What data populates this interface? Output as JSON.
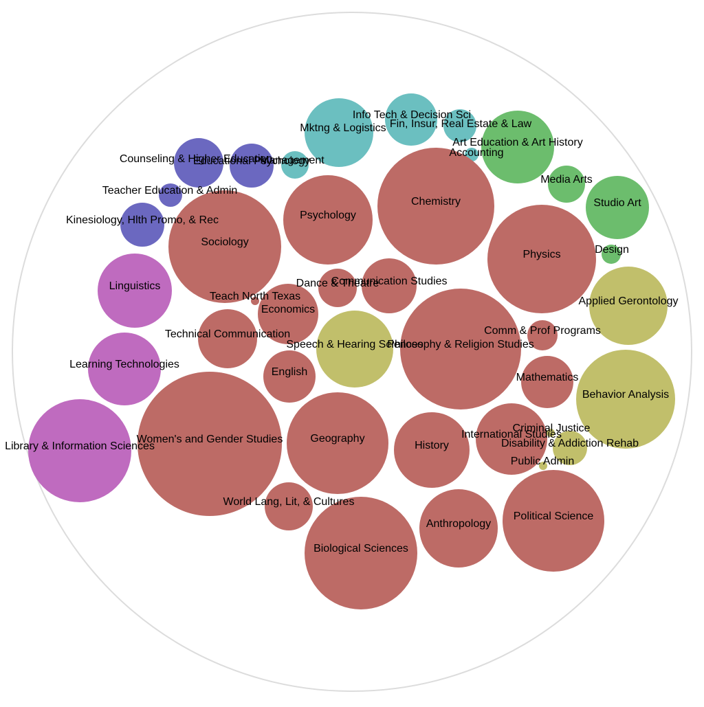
{
  "colors": {
    "outline": "#dcdcdc",
    "education": "#6b68c0",
    "business": "#6bbfc0",
    "arts_design": "#6cbd6d",
    "liberal_arts_sciences": "#bd6b66",
    "public_affairs": "#c1bf6b",
    "information": "#bf6bbf"
  },
  "bubbles": [
    {
      "label": "Info Tech & Decision Sci",
      "group": "business"
    },
    {
      "label": "Fin, Insur, Real Estate & Law",
      "group": "business"
    },
    {
      "label": "Mktng & Logistics",
      "group": "business"
    },
    {
      "label": "Management",
      "group": "business"
    },
    {
      "label": "Accounting",
      "group": "business"
    },
    {
      "label": "Art Education & Art History",
      "group": "arts_design"
    },
    {
      "label": "Media Arts",
      "group": "arts_design"
    },
    {
      "label": "Studio Art",
      "group": "arts_design"
    },
    {
      "label": "Design",
      "group": "arts_design"
    },
    {
      "label": "Counseling & Higher Education",
      "group": "education"
    },
    {
      "label": "Educational Psychology",
      "group": "education"
    },
    {
      "label": "Teacher Education & Admin",
      "group": "education"
    },
    {
      "label": "Kinesiology, Hlth Promo, & Rec",
      "group": "education"
    },
    {
      "label": "Chemistry",
      "group": "liberal_arts_sciences"
    },
    {
      "label": "Psychology",
      "group": "liberal_arts_sciences"
    },
    {
      "label": "Sociology",
      "group": "liberal_arts_sciences"
    },
    {
      "label": "Physics",
      "group": "liberal_arts_sciences"
    },
    {
      "label": "Communication Studies",
      "group": "liberal_arts_sciences"
    },
    {
      "label": "Dance & Theatre",
      "group": "liberal_arts_sciences"
    },
    {
      "label": "Economics",
      "group": "liberal_arts_sciences"
    },
    {
      "label": "Teach North Texas",
      "group": "liberal_arts_sciences"
    },
    {
      "label": "Technical Communication",
      "group": "liberal_arts_sciences"
    },
    {
      "label": "Philosophy & Religion Studies",
      "group": "liberal_arts_sciences"
    },
    {
      "label": "Comm & Prof Programs",
      "group": "liberal_arts_sciences"
    },
    {
      "label": "English",
      "group": "liberal_arts_sciences"
    },
    {
      "label": "Mathematics",
      "group": "liberal_arts_sciences"
    },
    {
      "label": "Women's and Gender Studies",
      "group": "liberal_arts_sciences"
    },
    {
      "label": "Geography",
      "group": "liberal_arts_sciences"
    },
    {
      "label": "History",
      "group": "liberal_arts_sciences"
    },
    {
      "label": "International Studies",
      "group": "liberal_arts_sciences"
    },
    {
      "label": "World Lang, Lit, & Cultures",
      "group": "liberal_arts_sciences"
    },
    {
      "label": "Biological Sciences",
      "group": "liberal_arts_sciences"
    },
    {
      "label": "Anthropology",
      "group": "liberal_arts_sciences"
    },
    {
      "label": "Political Science",
      "group": "liberal_arts_sciences"
    },
    {
      "label": "Speech & Hearing Sciences",
      "group": "public_affairs"
    },
    {
      "label": "Applied Gerontology",
      "group": "public_affairs"
    },
    {
      "label": "Behavior Analysis",
      "group": "public_affairs"
    },
    {
      "label": "Criminal Justice",
      "group": "public_affairs"
    },
    {
      "label": "Disability & Addiction Rehab",
      "group": "public_affairs"
    },
    {
      "label": "Public Admin",
      "group": "public_affairs"
    },
    {
      "label": "Linguistics",
      "group": "information"
    },
    {
      "label": "Learning Technologies",
      "group": "information"
    },
    {
      "label": "Library & Information Sciences",
      "group": "information"
    }
  ]
}
